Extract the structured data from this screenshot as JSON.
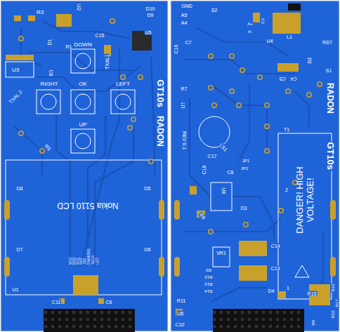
{
  "diagram": {
    "nodes": [
      {
        "text": [
          "Nokia 5110 LCD"
        ]
      },
      {
        "text": [
          "DANGER! HIGH VOLTAGE!"
        ]
      }
    ],
    "labels": [
      "R3",
      "U2",
      "D10",
      "D9",
      "D1",
      "R1",
      "U3",
      "C8",
      "TXAL 2",
      "RIGHT",
      "OK",
      "LEFT",
      "DOWN",
      "UP",
      "TXAL1",
      "C15",
      "U5",
      "RADON",
      "GT10s",
      "R5",
      "D8",
      "D5",
      "D7",
      "D6",
      "U1",
      "C11",
      "C6",
      "VCC",
      "GND",
      "SCE",
      "RST",
      "D/C",
      "DN(MOSI)",
      "SCLK",
      "LED",
      "GND",
      "A5",
      "A4",
      "S2",
      "A+",
      "A-",
      "C3",
      "L1",
      "U4",
      "RST",
      "C5",
      "C4",
      "D2",
      "S1",
      "RADON",
      "GT10s",
      "C16",
      "C7",
      "R7",
      "U7",
      "LS1",
      "REV 0.1",
      "C17",
      "C18",
      "C8",
      "JP2",
      "JP1",
      "U8",
      "D3",
      "R8",
      "T1",
      "C14",
      "C13",
      "VR1",
      "R2",
      "R12",
      "R13",
      "R14",
      "D4",
      "R15",
      "R16",
      "R17",
      "R9",
      "R10",
      "R11",
      "U6",
      "C10",
      "1",
      "2"
    ]
  }
}
